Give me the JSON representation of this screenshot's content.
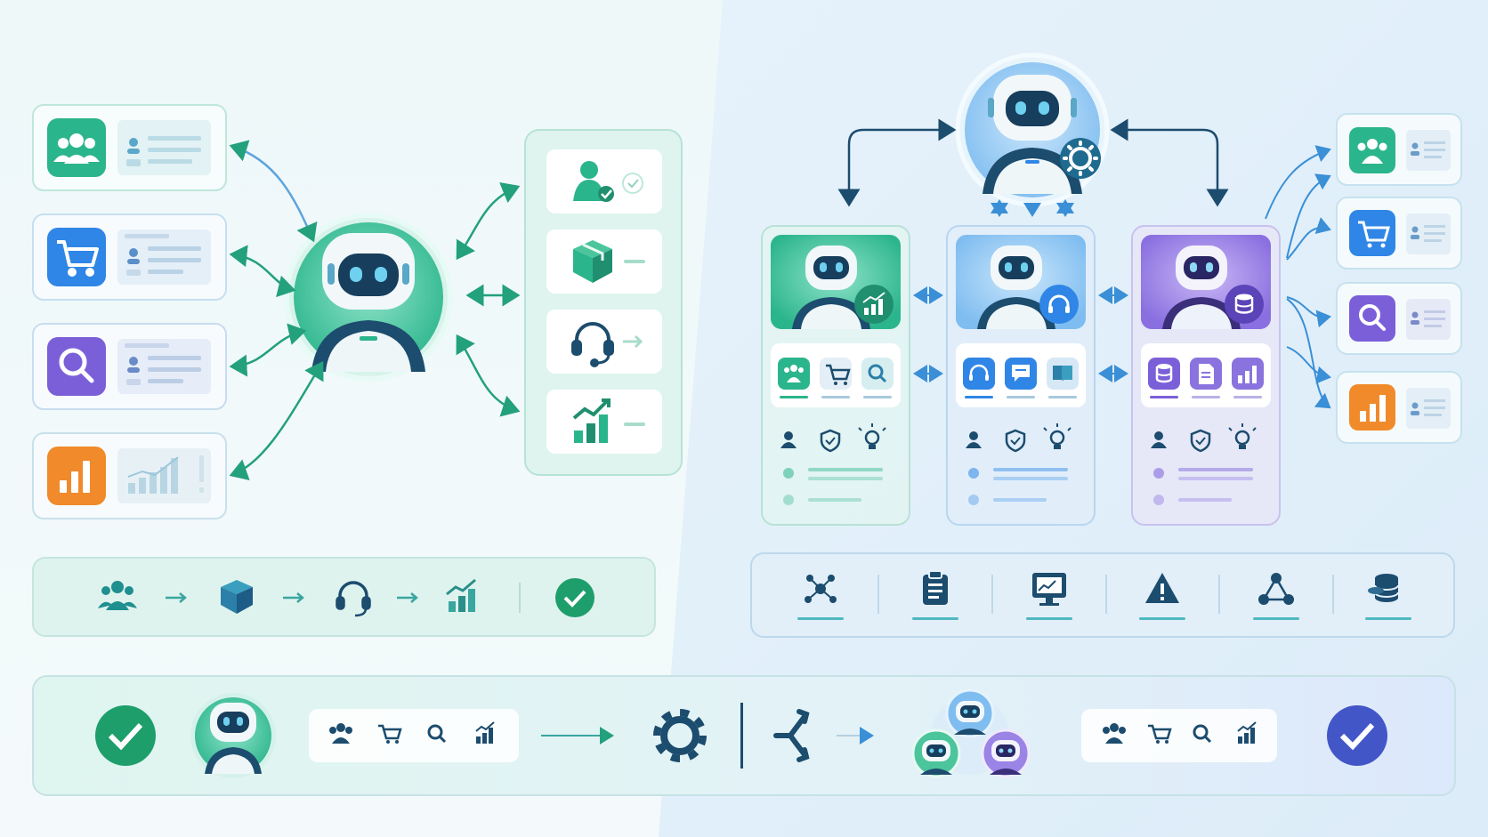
{
  "colors": {
    "teal": "#2bb58c",
    "teal_dark": "#1f8f6f",
    "blue": "#2f86e6",
    "purple": "#7b5fd9",
    "orange": "#f08a2a",
    "navy": "#1c4c6e",
    "arrow_green": "#23a07c",
    "arrow_blue": "#3a8fd6",
    "check_green": "#1e9e6a",
    "check_indigo": "#4356c8"
  },
  "left_section": {
    "source_cards": [
      {
        "icon": "users-icon",
        "color": "#2bb58c"
      },
      {
        "icon": "cart-icon",
        "color": "#2f86e6"
      },
      {
        "icon": "search-icon",
        "color": "#7b5fd9"
      },
      {
        "icon": "bar-chart-icon",
        "color": "#f08a2a"
      }
    ],
    "central_agent": {
      "icon": "robot-icon"
    },
    "output_cards": [
      {
        "icon": "user-check-icon"
      },
      {
        "icon": "package-icon"
      },
      {
        "icon": "headset-icon"
      },
      {
        "icon": "growth-chart-icon"
      }
    ],
    "pipeline": [
      "users-icon",
      "package-icon",
      "headset-icon",
      "growth-chart-icon",
      "check-circle-icon"
    ]
  },
  "right_section": {
    "orchestrator": {
      "icon": "robot-gear-icon"
    },
    "agents": [
      {
        "color": "#2bb58c",
        "badge": "growth-chart-icon",
        "tools": [
          "users-icon",
          "cart-icon",
          "search-icon"
        ]
      },
      {
        "color": "#2f86e6",
        "badge": "headset-icon",
        "tools": [
          "headset-icon",
          "chat-icon",
          "book-icon"
        ]
      },
      {
        "color": "#7b5fd9",
        "badge": "database-icon",
        "tools": [
          "database-icon",
          "document-icon",
          "chart-icon"
        ]
      }
    ],
    "agent_rows": [
      "user-icon",
      "shield-check-icon",
      "lightbulb-icon"
    ],
    "system_cards": [
      {
        "icon": "users-icon",
        "color": "#2bb58c"
      },
      {
        "icon": "cart-icon",
        "color": "#2f86e6"
      },
      {
        "icon": "search-icon",
        "color": "#7b5fd9"
      },
      {
        "icon": "bar-chart-icon",
        "color": "#f08a2a"
      }
    ],
    "toolbar": [
      "network-icon",
      "clipboard-icon",
      "monitor-chart-icon",
      "warning-icon",
      "share-nodes-icon",
      "database-icon"
    ]
  },
  "bottom_flow": {
    "steps": [
      "check-circle-icon",
      "robot-icon",
      "tool-group",
      "arrow",
      "gear-icon",
      "branch-icon",
      "agent-cluster",
      "tool-group",
      "check-circle-icon"
    ]
  }
}
